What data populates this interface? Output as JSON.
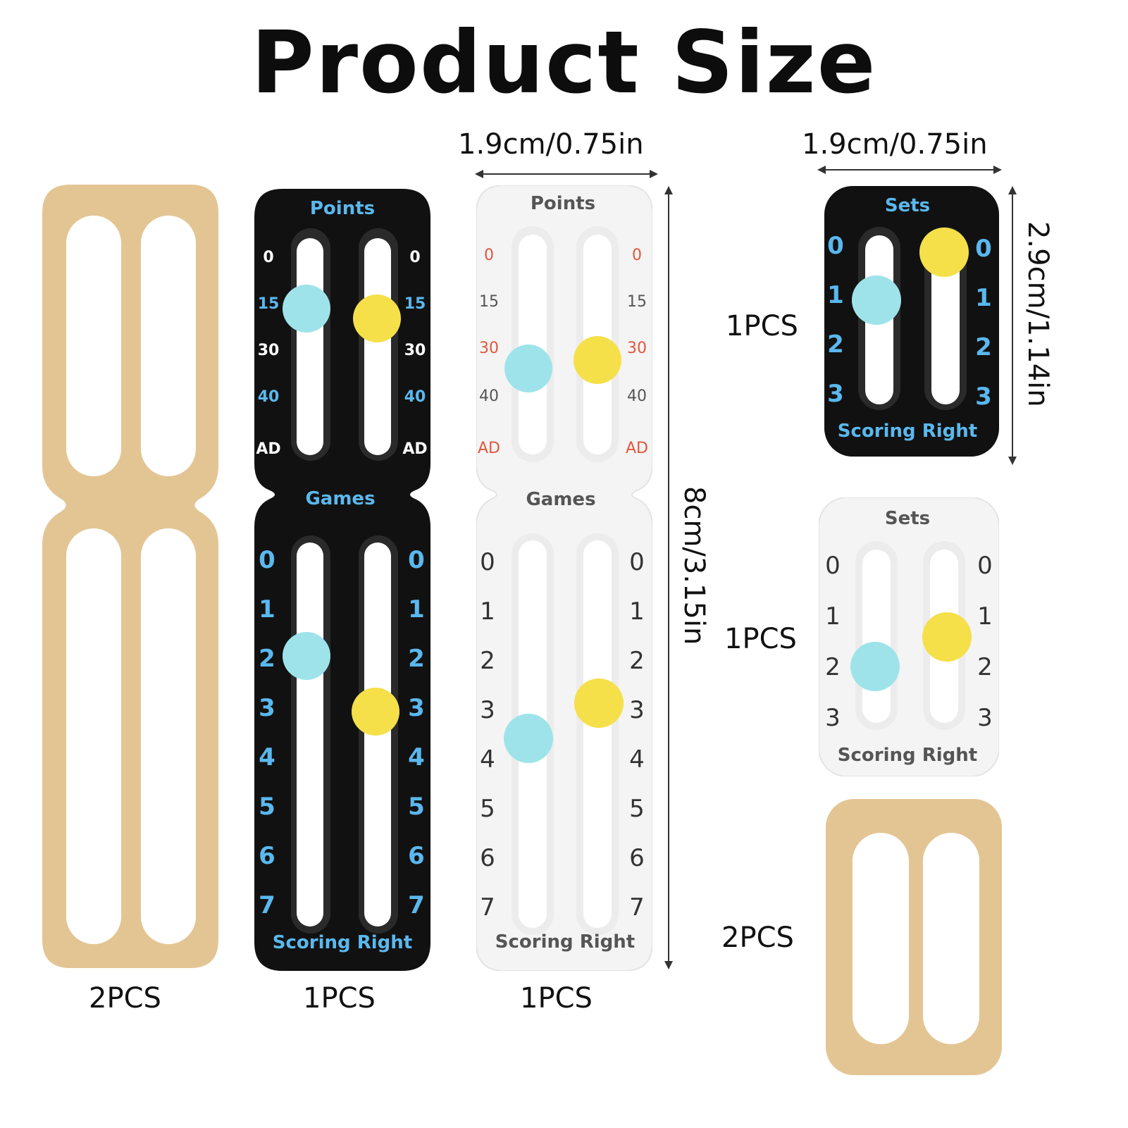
{
  "title": "Product Size",
  "dimensions": {
    "width_large": "1.9cm/0.75in",
    "width_small": "1.9cm/0.75in",
    "height_large": "8cm/3.15in",
    "height_small": "2.9cm/1.14in"
  },
  "quantities": {
    "band_large": "2PCS",
    "black_large": "1PCS",
    "white_large": "1PCS",
    "black_small": "1PCS",
    "white_small": "1PCS",
    "band_small": "2PCS"
  },
  "large_counter": {
    "points_label": "Points",
    "games_label": "Games",
    "brand": "Scoring Right",
    "points_marks": [
      "0",
      "15",
      "30",
      "40",
      "AD"
    ],
    "games_marks": [
      "0",
      "1",
      "2",
      "3",
      "4",
      "5",
      "6",
      "7"
    ]
  },
  "small_counter": {
    "sets_label": "Sets",
    "brand": "Scoring Right",
    "sets_marks": [
      "0",
      "1",
      "2",
      "3"
    ]
  },
  "colors": {
    "black_body": "#111111",
    "black_text": "#5ab8ee",
    "white_body": "#f4f4f4",
    "white_text": "#333333",
    "white_red": "#e0573e",
    "blue_peg": "#9fe3ea",
    "yellow_peg": "#f5e04a",
    "band": "#e3c594"
  }
}
